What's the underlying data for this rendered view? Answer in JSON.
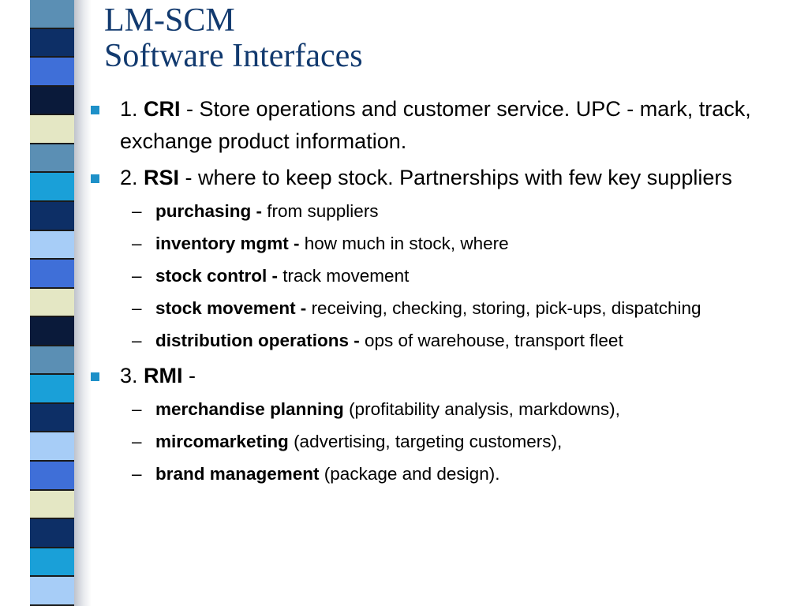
{
  "title": {
    "line1": "LM-SCM",
    "line2": "Software Interfaces"
  },
  "colors": {
    "title": "#123a6f",
    "bullet": "#1e90c8"
  },
  "stripes": [
    "#5b8fb4",
    "#0d2f66",
    "#3f6fd8",
    "#0a1a3a",
    "#e4e7c4",
    "#5b8fb4",
    "#1aa0d8",
    "#0d2f66",
    "#a7cdf7",
    "#3f6fd8",
    "#e4e7c4",
    "#0a1a3a",
    "#5b8fb4",
    "#1aa0d8",
    "#0d2f66",
    "#a7cdf7",
    "#3f6fd8",
    "#e4e7c4",
    "#0d2f66",
    "#1aa0d8",
    "#a7cdf7"
  ],
  "items": [
    {
      "prefix": "1. ",
      "bold": "CRI",
      "text": " - Store operations and customer service. UPC - mark, track, exchange product information.",
      "subitems": []
    },
    {
      "prefix": "2. ",
      "bold": "RSI",
      "text": " - where to keep stock. Partnerships with few key suppliers",
      "subitems": [
        {
          "bold": "purchasing - ",
          "text": "from suppliers"
        },
        {
          "bold": "inventory mgmt - ",
          "text": "how much in stock, where"
        },
        {
          "bold": "stock control - ",
          "text": "track movement"
        },
        {
          "bold": "stock movement - ",
          "text": "receiving, checking, storing, pick-ups, dispatching"
        },
        {
          "bold": "distribution operations - ",
          "text": "ops of warehouse, transport fleet"
        }
      ]
    },
    {
      "prefix": "3. ",
      "bold": "RMI",
      "text": " -",
      "subitems": [
        {
          "bold": "merchandise planning",
          "text": " (profitability analysis, markdowns),"
        },
        {
          "bold": "mircomarketing",
          "text": " (advertising, targeting customers),"
        },
        {
          "bold": "brand management",
          "text": " (package and design)."
        }
      ]
    }
  ]
}
